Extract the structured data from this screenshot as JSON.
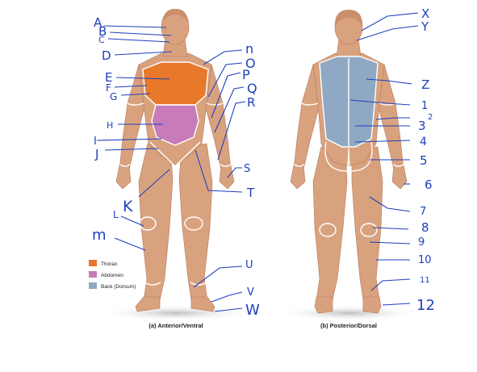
{
  "captions": {
    "anterior": "(a) Anterior/Ventral",
    "posterior": "(b) Posterior/Dorsal"
  },
  "legend": [
    {
      "label": "Thorax",
      "color": "#e8782a"
    },
    {
      "label": "Abdomen",
      "color": "#c77bb8"
    },
    {
      "label": "Back (Dorsum)",
      "color": "#8fa9c4"
    }
  ],
  "anterior_labels": [
    "A",
    "B",
    "C",
    "D",
    "E",
    "F",
    "G",
    "H",
    "I",
    "J",
    "K",
    "L",
    "m",
    "n",
    "O",
    "P",
    "Q",
    "R",
    "S",
    "T",
    "U",
    "V",
    "W"
  ],
  "posterior_labels": [
    "X",
    "Y",
    "Z",
    "1",
    "2",
    "3",
    "4",
    "5",
    "6",
    "7",
    "8",
    "9",
    "10",
    "11",
    "12"
  ]
}
